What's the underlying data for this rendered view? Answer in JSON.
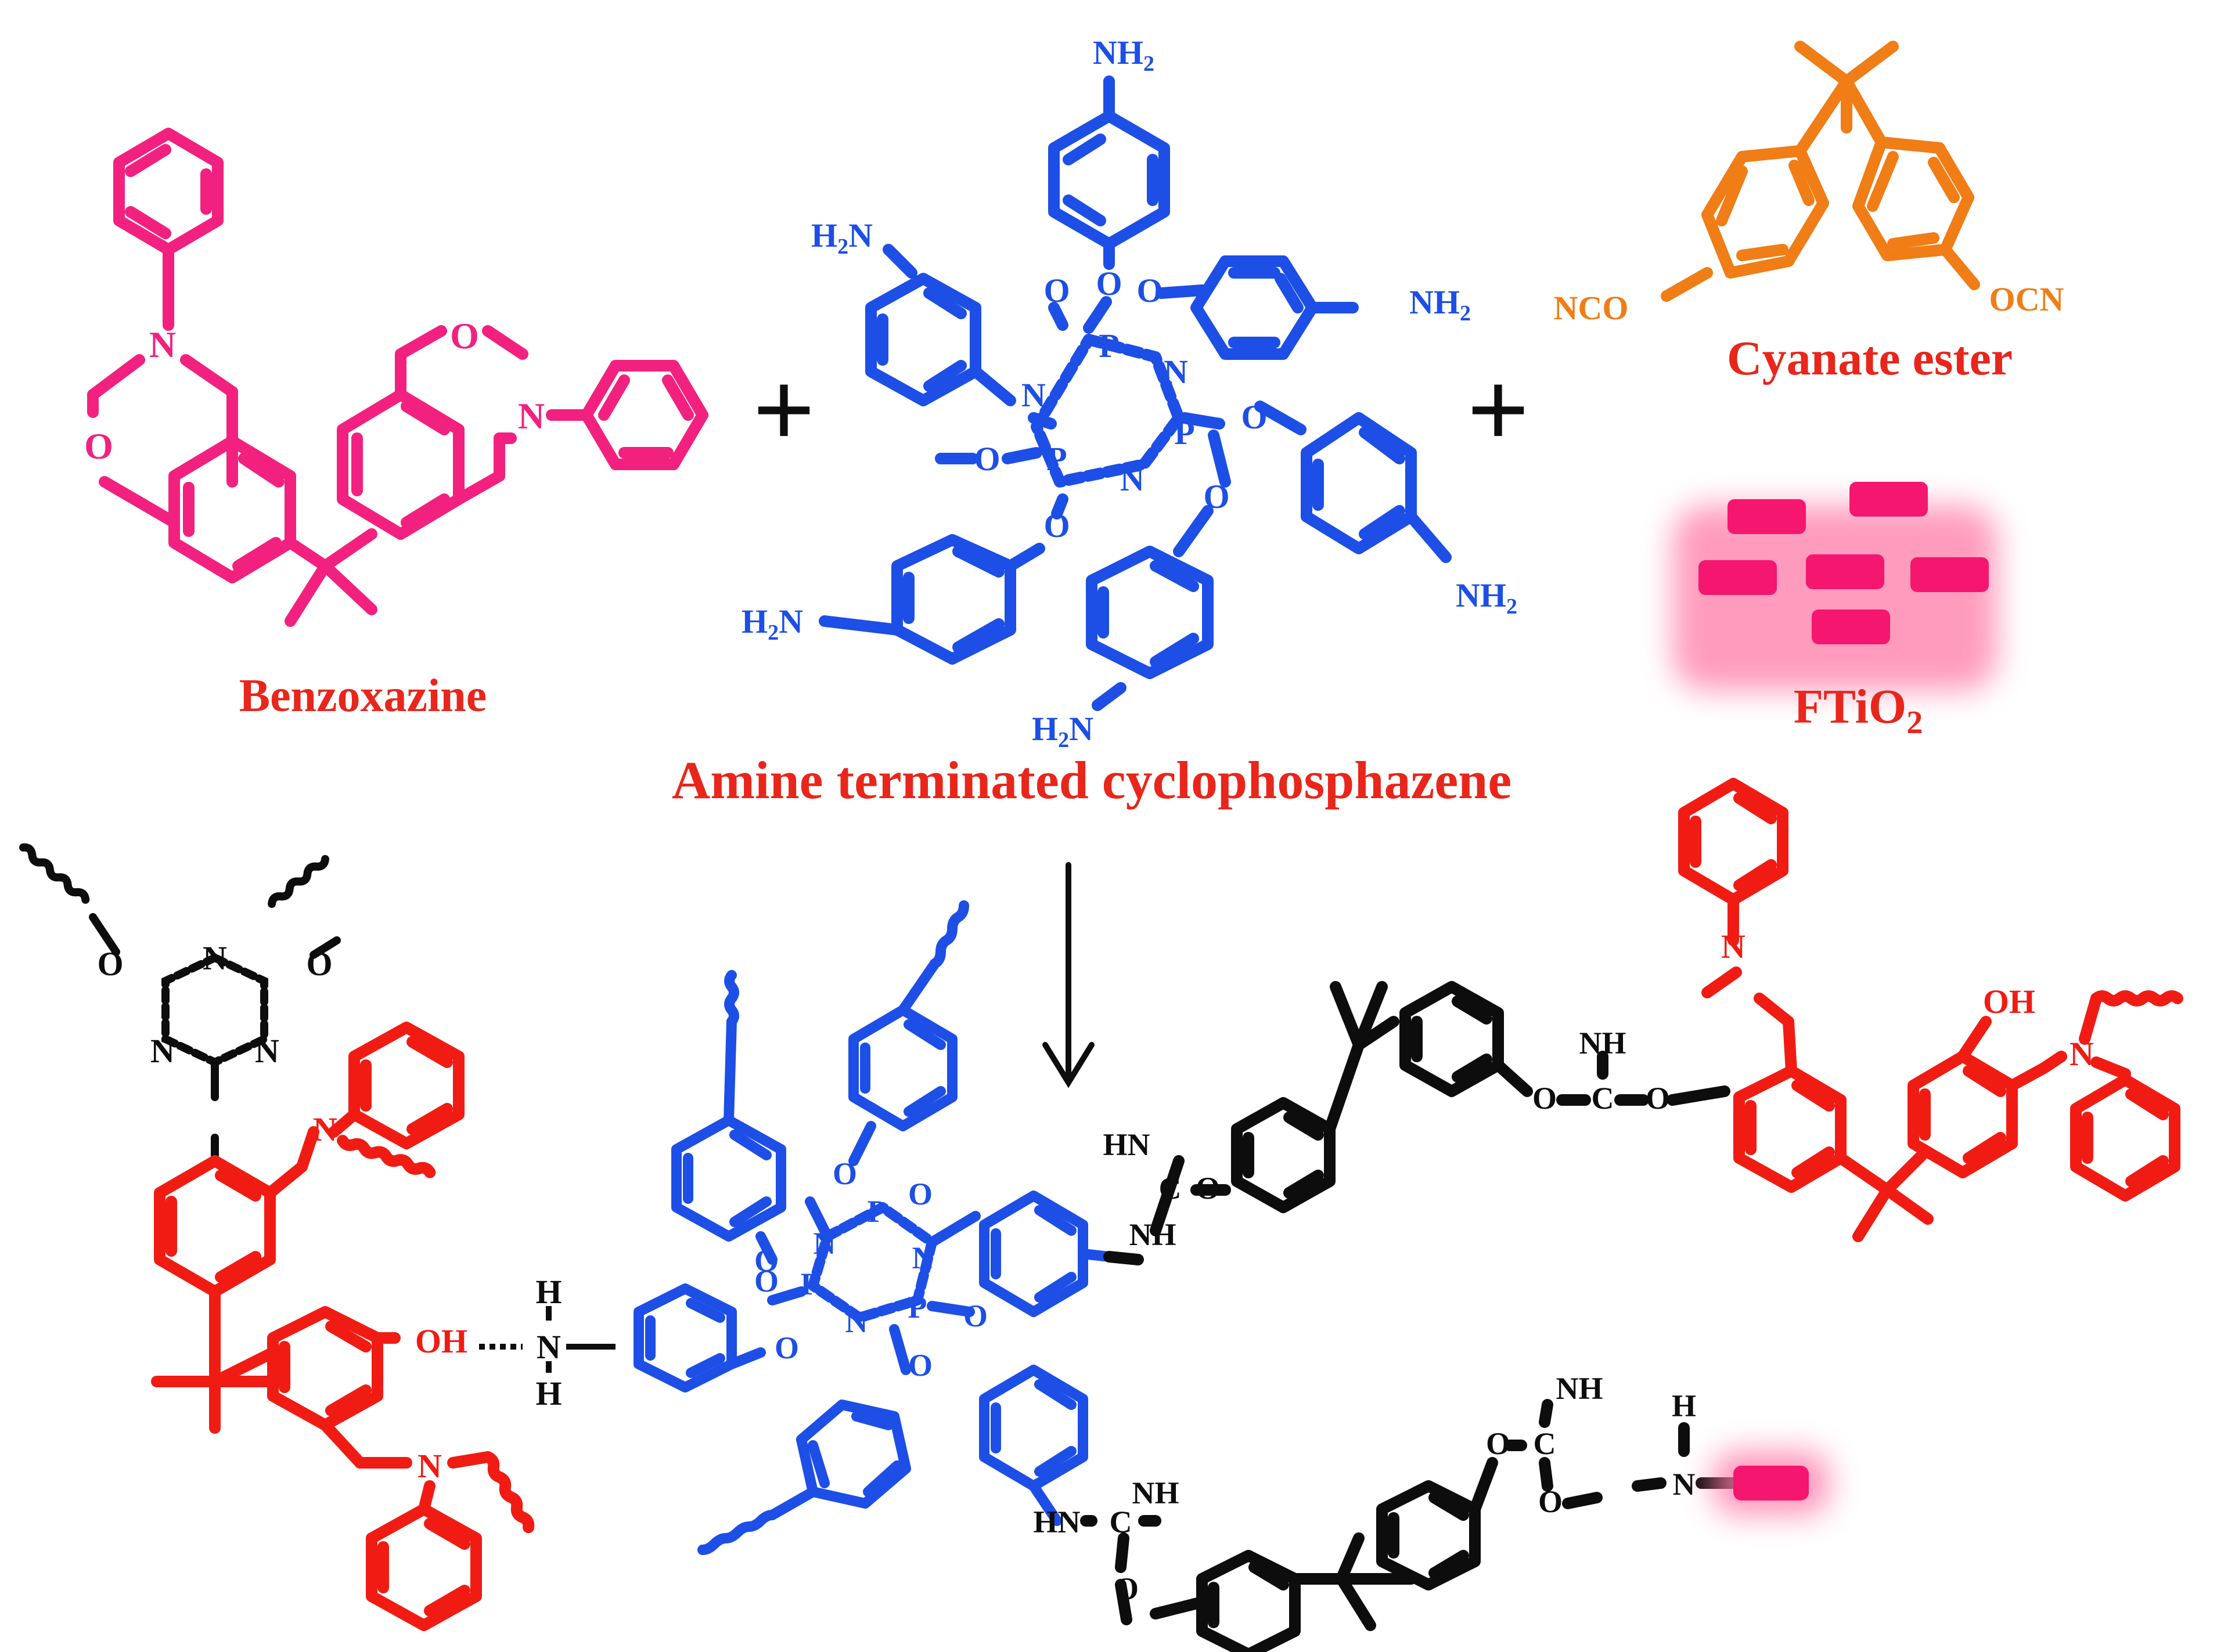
{
  "colors": {
    "benzoxazine": "#f2217f",
    "phosphazene": "#1d4fe6",
    "cyanate": "#f07d16",
    "caption": "#e8261b",
    "network_red": "#f01c14",
    "black": "#0d0d0d",
    "particle": "#f5166f",
    "particle_glow": "#ff7aa8"
  },
  "captions": {
    "benzoxazine": "Benzoxazine",
    "cyclophosphazene": "Amine terminated cyclophosphazene",
    "cyanate": "Cyanate ester",
    "ftio2_main": "FTiO",
    "ftio2_sub": "2"
  },
  "symbols": {
    "plus": "+",
    "N": "N",
    "O": "O",
    "P": "P",
    "H": "H",
    "C": "C",
    "NH2": "NH",
    "H2N_main": "H",
    "H2N_tail": "N",
    "sub2": "2",
    "NCO": "NCO",
    "OCN": "OCN",
    "OH": "OH",
    "NH": "NH",
    "HN": "HN"
  },
  "icons": {
    "reaction_arrow": "down-arrow-icon",
    "ftio2_particle": "rounded-rect-particle-icon",
    "polymer_chain": "wavy-bond-icon"
  }
}
